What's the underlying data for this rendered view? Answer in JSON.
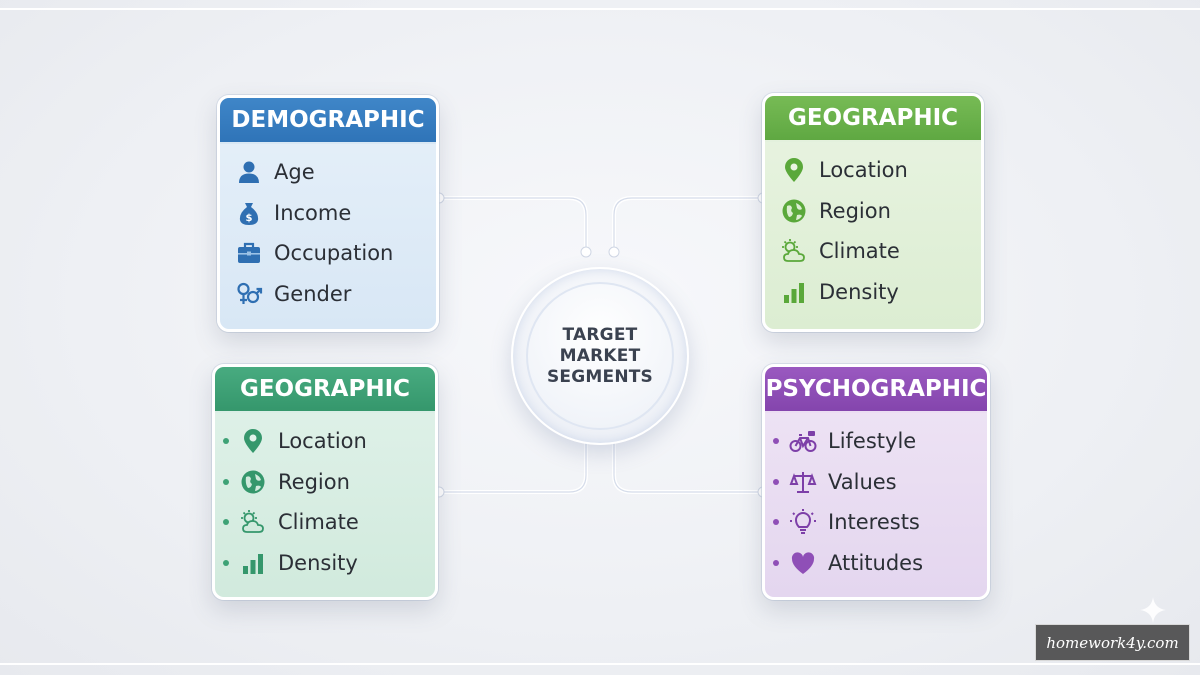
{
  "center": {
    "lines": [
      "TARGET",
      "MARKET",
      "SEGMENTS"
    ]
  },
  "segments": {
    "demographic": {
      "title": "DEMOGRAPHIC",
      "color": "#3a80c3",
      "items": [
        {
          "label": "Age",
          "icon": "person-icon"
        },
        {
          "label": "Income",
          "icon": "money-bag-icon"
        },
        {
          "label": "Occupation",
          "icon": "briefcase-icon"
        },
        {
          "label": "Gender",
          "icon": "gender-icon"
        }
      ]
    },
    "geographic_top": {
      "title": "GEOGRAPHIC",
      "color": "#6db34d",
      "items": [
        {
          "label": "Location",
          "icon": "location-pin-icon"
        },
        {
          "label": "Region",
          "icon": "globe-icon"
        },
        {
          "label": "Climate",
          "icon": "sun-cloud-icon"
        },
        {
          "label": "Density",
          "icon": "bar-chart-icon"
        }
      ]
    },
    "geographic_bottom": {
      "title": "GEOGRAPHIC",
      "color": "#3ea276",
      "items": [
        {
          "label": "Location",
          "icon": "location-pin-icon"
        },
        {
          "label": "Region",
          "icon": "globe-icon"
        },
        {
          "label": "Climate",
          "icon": "sun-cloud-icon"
        },
        {
          "label": "Density",
          "icon": "bar-chart-icon"
        }
      ]
    },
    "psychographic": {
      "title": "PSYCHOGRAPHIC",
      "color": "#8f4fb7",
      "items": [
        {
          "label": "Lifestyle",
          "icon": "bicycle-icon"
        },
        {
          "label": "Values",
          "icon": "scales-icon"
        },
        {
          "label": "Interests",
          "icon": "lightbulb-icon"
        },
        {
          "label": "Attitudes",
          "icon": "heart-icon"
        }
      ]
    }
  },
  "watermark": "homework4y.com"
}
